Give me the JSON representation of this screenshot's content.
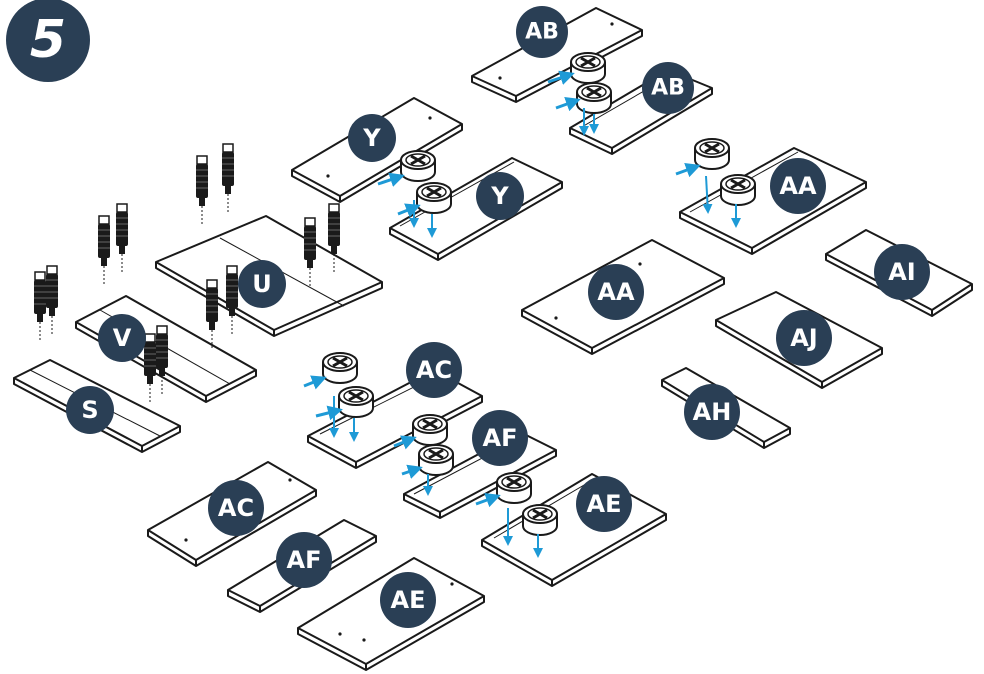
{
  "step": {
    "number": "5"
  },
  "parts": [
    {
      "id": "part-ab-plain",
      "label": "AB",
      "cams": false
    },
    {
      "id": "part-ab-cams",
      "label": "AB",
      "cams": true
    },
    {
      "id": "part-y-plain",
      "label": "Y",
      "cams": false
    },
    {
      "id": "part-y-cams",
      "label": "Y",
      "cams": true
    },
    {
      "id": "part-aa-cams",
      "label": "AA",
      "cams": true
    },
    {
      "id": "part-aa-plain",
      "label": "AA",
      "cams": false
    },
    {
      "id": "part-ai",
      "label": "AI",
      "cams": false
    },
    {
      "id": "part-aj",
      "label": "AJ",
      "cams": false
    },
    {
      "id": "part-ah",
      "label": "AH",
      "cams": false
    },
    {
      "id": "part-u",
      "label": "U",
      "bolts": true
    },
    {
      "id": "part-v",
      "label": "V",
      "bolts": true
    },
    {
      "id": "part-s",
      "label": "S",
      "bolts": true
    },
    {
      "id": "part-ac-cams",
      "label": "AC",
      "cams": true
    },
    {
      "id": "part-af-cams",
      "label": "AF",
      "cams": true
    },
    {
      "id": "part-ae-cams",
      "label": "AE",
      "cams": true
    },
    {
      "id": "part-ac-plain",
      "label": "AC",
      "cams": false
    },
    {
      "id": "part-af-plain",
      "label": "AF",
      "cams": false
    },
    {
      "id": "part-ae-plain",
      "label": "AE",
      "cams": false
    }
  ],
  "colors": {
    "badge": "#2a3f55",
    "arrow": "#1e9ad6",
    "line": "#1a1a1a",
    "panel": "#ffffff"
  }
}
